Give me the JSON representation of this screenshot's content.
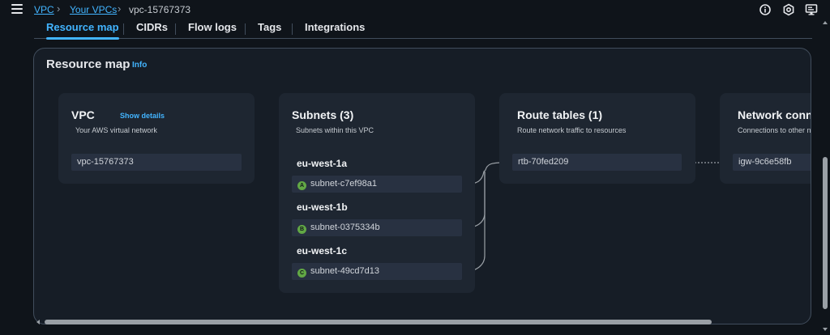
{
  "breadcrumb": {
    "items": [
      "VPC",
      "Your VPCs",
      "vpc-15767373"
    ]
  },
  "header_icons": [
    "info-circle-icon",
    "settings-hexagon-icon",
    "feedback-screen-icon"
  ],
  "tabs": [
    {
      "label": "Resource map",
      "active": true
    },
    {
      "label": "CIDRs"
    },
    {
      "label": "Flow logs"
    },
    {
      "label": "Tags"
    },
    {
      "label": "Integrations"
    }
  ],
  "resource_map": {
    "title": "Resource map",
    "info": "Info",
    "vpc": {
      "title": "VPC",
      "show_details": "Show details",
      "subtitle": "Your AWS virtual network",
      "value": "vpc-15767373"
    },
    "subnets": {
      "title": "Subnets (3)",
      "subtitle": "Subnets within this VPC",
      "groups": [
        {
          "az": "eu-west-1a",
          "badge": "A",
          "subnet": "subnet-c7ef98a1"
        },
        {
          "az": "eu-west-1b",
          "badge": "B",
          "subnet": "subnet-0375334b"
        },
        {
          "az": "eu-west-1c",
          "badge": "C",
          "subnet": "subnet-49cd7d13"
        }
      ]
    },
    "route_tables": {
      "title": "Route tables (1)",
      "subtitle": "Route network traffic to resources",
      "value": "rtb-70fed209"
    },
    "network_connections": {
      "title": "Network conn",
      "subtitle": "Connections to other n",
      "value": "igw-9c6e58fb"
    }
  },
  "colors": {
    "accent": "#42b4ff",
    "badge": "#62a845",
    "background": "#0f141a",
    "card": "#1e2631"
  }
}
